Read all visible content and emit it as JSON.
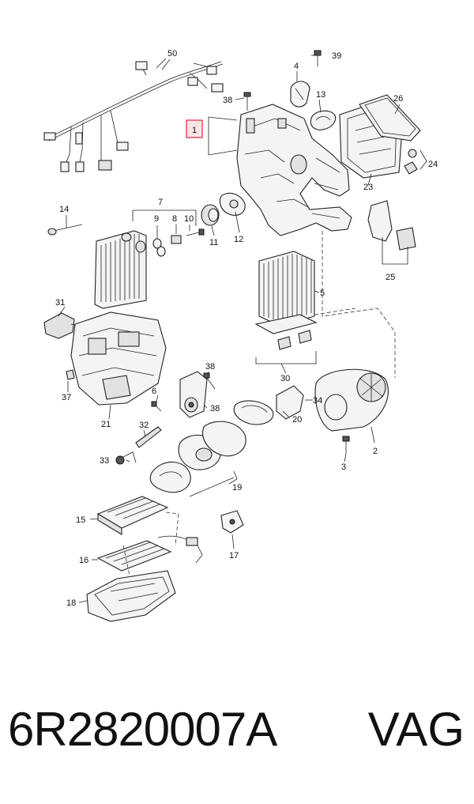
{
  "callouts": [
    "50",
    "39",
    "4",
    "38",
    "13",
    "26",
    "1",
    "24",
    "23",
    "14",
    "7",
    "9",
    "8",
    "10",
    "11",
    "12",
    "25",
    "5",
    "31",
    "38",
    "37",
    "30",
    "6",
    "38",
    "34",
    "21",
    "32",
    "20",
    "33",
    "2",
    "3",
    "19",
    "15",
    "17",
    "16",
    "18"
  ],
  "footer": {
    "part_number": "6R2820007A",
    "brand": "VAG"
  },
  "colors": {
    "highlight": "#e8334a",
    "highlight_fill": "#fbe3e6",
    "ink": "#111111"
  }
}
